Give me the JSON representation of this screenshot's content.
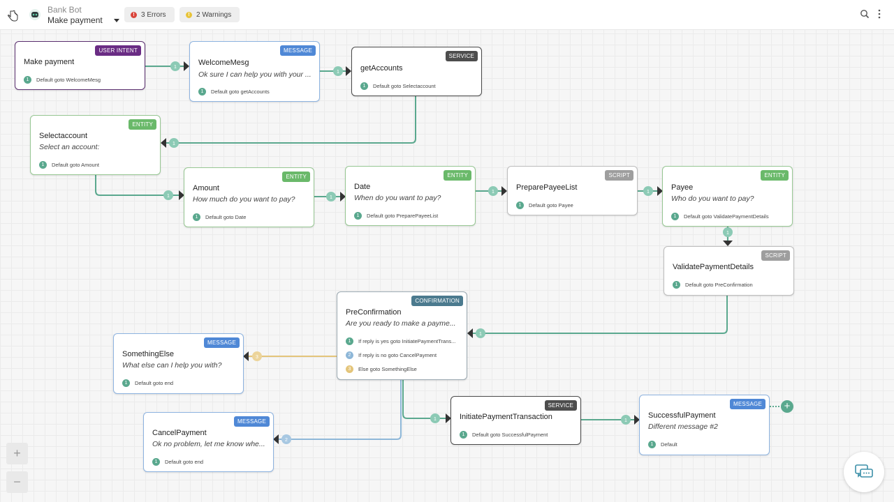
{
  "header": {
    "bot_name": "Bank Bot",
    "flow_name": "Make payment",
    "errors_label": "3 Errors",
    "warnings_label": "2 Warnings"
  },
  "icons": {
    "pointer": "hand-pointer-icon",
    "bot": "bot-avatar-icon",
    "search": "search-icon",
    "menu": "more-vertical-icon",
    "chat": "chat-icon",
    "add": "plus-icon"
  },
  "colors": {
    "edge_default": "#5aa88e",
    "edge_no": "#8eb7d8",
    "edge_else": "#e4c57a"
  },
  "nodes": {
    "make_payment": {
      "type": "USER INTENT",
      "title": "Make payment",
      "subtitle": "",
      "rules": [
        "Default goto WelcomeMesg"
      ]
    },
    "welcome": {
      "type": "MESSAGE",
      "title": "WelcomeMesg",
      "subtitle": "Ok sure I can help you with your ...",
      "rules": [
        "Default goto getAccounts"
      ]
    },
    "get_accounts": {
      "type": "SERVICE",
      "title": "getAccounts",
      "subtitle": "",
      "rules": [
        "Default goto Selectaccount"
      ]
    },
    "select_account": {
      "type": "ENTITY",
      "title": "Selectaccount",
      "subtitle": "Select an account:",
      "rules": [
        "Default goto Amount"
      ]
    },
    "amount": {
      "type": "ENTITY",
      "title": "Amount",
      "subtitle": "How much do you want to pay?",
      "rules": [
        "Default goto Date"
      ]
    },
    "date": {
      "type": "ENTITY",
      "title": "Date",
      "subtitle": "When do you want to pay?",
      "rules": [
        "Default goto PreparePayeeList"
      ]
    },
    "prepare_payee": {
      "type": "SCRIPT",
      "title": "PreparePayeeList",
      "subtitle": "",
      "rules": [
        "Default goto Payee"
      ]
    },
    "payee": {
      "type": "ENTITY",
      "title": "Payee",
      "subtitle": "Who do you want to pay?",
      "rules": [
        "Default goto ValidatePaymentDetails"
      ]
    },
    "validate": {
      "type": "SCRIPT",
      "title": "ValidatePaymentDetails",
      "subtitle": "",
      "rules": [
        "Default goto PreConfirmation"
      ]
    },
    "preconfirmation": {
      "type": "CONFIRMATION",
      "title": "PreConfirmation",
      "subtitle": "Are you ready to make a payme...",
      "rules": [
        "If reply is yes goto InitiatePaymentTrans...",
        "If reply is no goto CancelPayment",
        "Else goto SomethingElse"
      ]
    },
    "something_else": {
      "type": "MESSAGE",
      "title": "SomethingElse",
      "subtitle": "What else can I help you with?",
      "rules": [
        "Default goto end"
      ]
    },
    "cancel_payment": {
      "type": "MESSAGE",
      "title": "CancelPayment",
      "subtitle": "Ok no problem, let me know whe...",
      "rules": [
        "Default goto end"
      ]
    },
    "initiate": {
      "type": "SERVICE",
      "title": "InitiatePaymentTransaction",
      "subtitle": "",
      "rules": [
        "Default goto SuccessfulPayment"
      ]
    },
    "successful": {
      "type": "MESSAGE",
      "title": "SuccessfulPayment",
      "subtitle": "Different message #2",
      "rules": [
        "Default"
      ]
    }
  },
  "rule_numbers": [
    "1",
    "2",
    "3"
  ],
  "zoom": {
    "in_label": "+",
    "out_label": "−"
  }
}
